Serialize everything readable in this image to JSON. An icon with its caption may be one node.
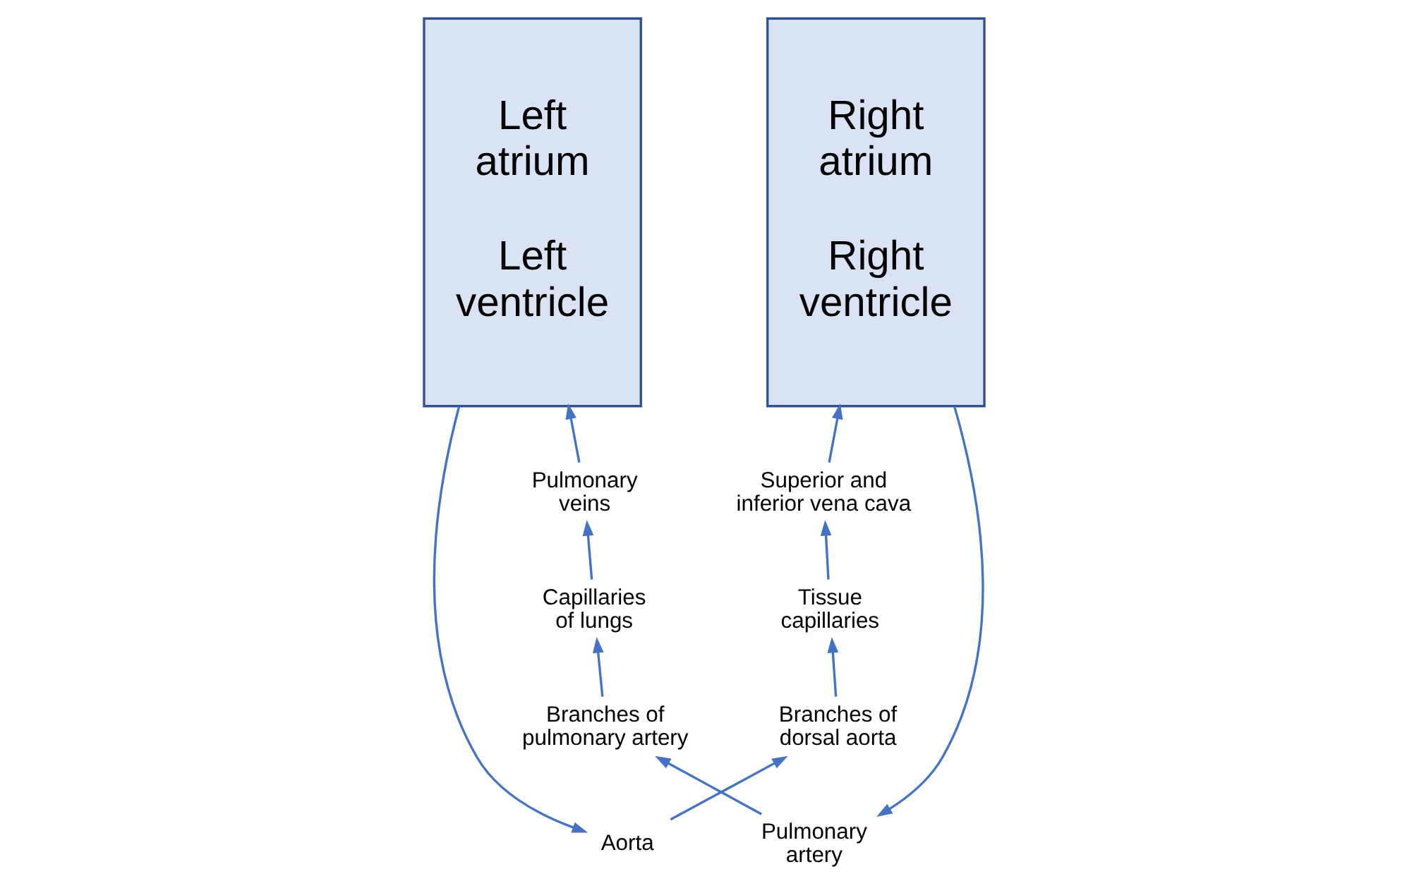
{
  "diagram": {
    "nodes": [
      {
        "text": [
          "Right atrium",
          "Right ventricle"
        ]
      },
      {
        "text": [
          "Left atrium",
          "Left ventricle"
        ]
      },
      {
        "text": [
          "Pulmonary veins"
        ]
      },
      {
        "text": [
          "Superior and inferior vena cava"
        ]
      },
      {
        "text": [
          "Capillaries of lungs"
        ]
      },
      {
        "text": [
          "Tissue capillaries"
        ]
      },
      {
        "text": [
          "Branches of pulmonary artery"
        ]
      },
      {
        "text": [
          "Branches of dorsal aorta"
        ]
      },
      {
        "text": [
          "Pulmonary artery"
        ]
      },
      {
        "text": [
          "Aorta"
        ]
      }
    ],
    "edges": [
      {
        "from": 2,
        "to": 1,
        "arrow": "to"
      },
      {
        "from": 3,
        "to": 0,
        "arrow": "to"
      },
      {
        "from": 4,
        "to": 2,
        "arrow": "to"
      },
      {
        "from": 5,
        "to": 3,
        "arrow": "to"
      },
      {
        "from": 6,
        "to": 4,
        "arrow": "to"
      },
      {
        "from": 7,
        "to": 5,
        "arrow": "to"
      },
      {
        "from": 8,
        "to": 6,
        "arrow": "to"
      },
      {
        "from": 0,
        "to": 8,
        "arrow": "to"
      },
      {
        "from": 1,
        "to": 9,
        "arrow": "to"
      },
      {
        "from": 9,
        "to": 7,
        "arrow": "to"
      }
    ]
  }
}
